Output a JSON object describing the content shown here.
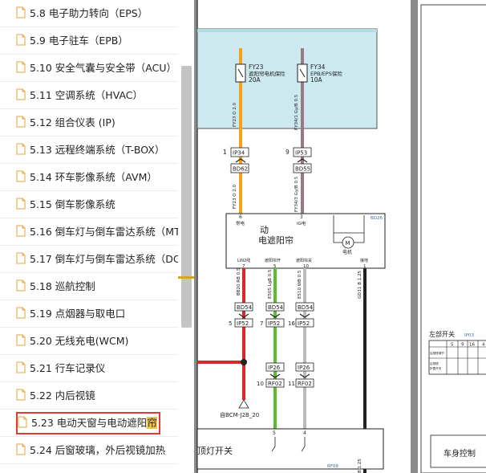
{
  "sidebar": {
    "items": [
      {
        "label": "5.8 电子助力转向（EPS）"
      },
      {
        "label": "5.9 电子驻车（EPB）"
      },
      {
        "label": "5.10 安全气囊与安全带（ACU）"
      },
      {
        "label": "5.11 空调系统（HVAC）"
      },
      {
        "label": "5.12 组合仪表 (IP)"
      },
      {
        "label": "5.13 远程终端系统（T-BOX）"
      },
      {
        "label": "5.14 环车影像系统（AVM）"
      },
      {
        "label": "5.15 倒车影像系统"
      },
      {
        "label": "5.16 倒车灯与倒车雷达系统（MT"
      },
      {
        "label": "5.17 倒车灯与倒车雷达系统（DC"
      },
      {
        "label": "5.18 巡航控制"
      },
      {
        "label": "5.19 点烟器与取电口"
      },
      {
        "label": "5.20 无线充电(WCM)"
      },
      {
        "label": "5.21 行车记录仪"
      },
      {
        "label": "5.22 内后视镜"
      },
      {
        "label_main": "5.23 电动天窗与电动遮阳",
        "label_highlight": "帘"
      },
      {
        "label": "5.24 后窗玻璃，外后视镜加热"
      }
    ]
  },
  "diagram": {
    "fuse1": {
      "name": "FY23",
      "desc": "遮阳帘电机保险",
      "rating": "20A"
    },
    "fuse2": {
      "name": "FY34",
      "desc": "EPB/EPS保险",
      "rating": "10A"
    },
    "wire1_top": "FY23 O 2.0",
    "wire2_top": "FY34/1 Gy/B 0.5",
    "wire1_mid": "FY23 O 2.0",
    "wire2_mid": "FY34/3 Gy/B 0.5",
    "conn_ip34": {
      "pin": "1",
      "name": "IP34"
    },
    "conn_ip53": {
      "pin": "9",
      "name": "IP53"
    },
    "bd62": "BD62",
    "bd55": "BD55",
    "module": {
      "title1": "动",
      "title2": "电遮阳帘",
      "code": "BD26",
      "pin6": "6",
      "pin6_label": "常电",
      "pin3": "3",
      "pin3_label": "IG电",
      "motor": "M",
      "motor_label": "电机",
      "pin7_label": "LIN2线",
      "pin7": "7",
      "pin5_label": "遮阳帘开",
      "pin5": "5",
      "pin10_label": "遮阳帘关",
      "pin10": "10",
      "gnd_label": "接地",
      "gnd_pin": "1"
    },
    "wire_lin": "BB20 RB 0.5",
    "wire_open": "E505 LgB 0.5",
    "wire_close": "E510 WB 0.5",
    "wire_gnd": "GD11 B 1.25",
    "bd54": "BD54",
    "ip52": "IP52",
    "ip52_pin_a": "5",
    "ip52_pin_b": "7",
    "ip52_pin_c": "16",
    "ip26": "IP26",
    "rf02": "RF02",
    "rf02_pin_b": "10",
    "rf02_pin_c": "11",
    "bcm": "自BCM-J2B_20",
    "switch_label": "顶灯开关",
    "switch_pin_a": "5",
    "switch_pin_b": "4",
    "rf08": "RF08",
    "gnd_bottom": "B 1.25"
  },
  "panel2": {
    "title": "左部开关",
    "code": "IP03",
    "col1": "5",
    "col2": "9",
    "col3": "16",
    "col4": "4",
    "row1": "后视镜调节",
    "row2": "后视镜",
    "row3": "折叠开关",
    "bottom_text": "车身控制"
  },
  "colors": {
    "orange": "#f5a11a",
    "gray_wire": "#9a7a80",
    "red": "#d8282c",
    "green": "#5cbc2c",
    "fuse_box": "#cbe9ef",
    "highlight": "#f6c445",
    "selected_border": "#e53935"
  }
}
